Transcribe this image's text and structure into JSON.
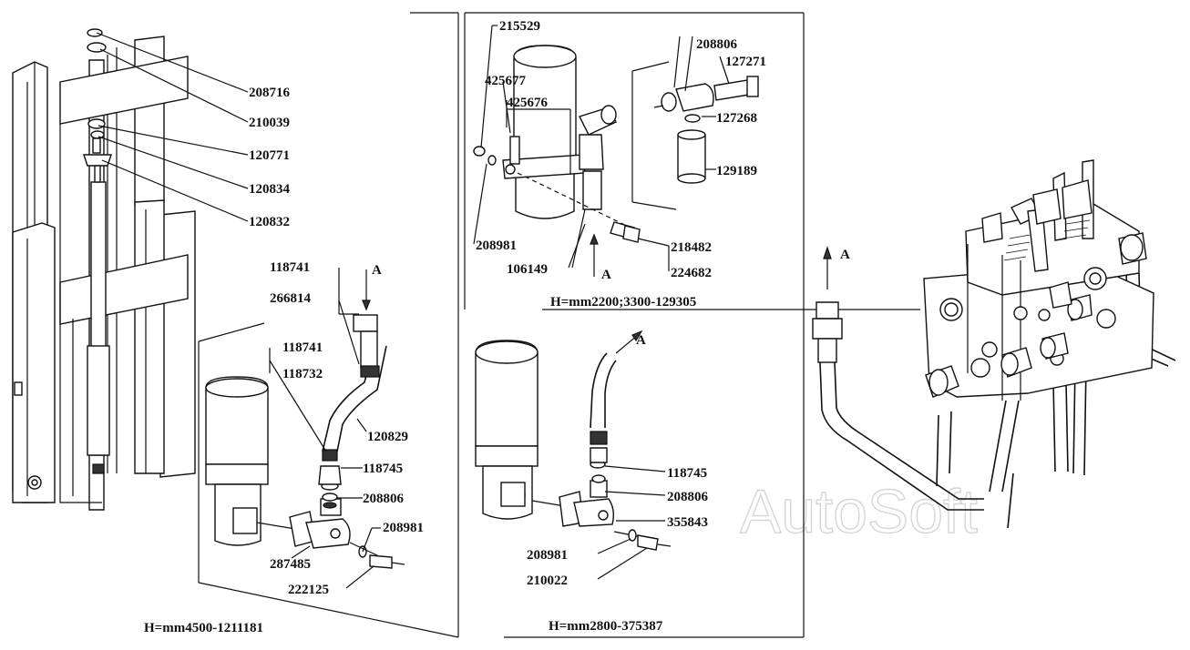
{
  "panel_left": {
    "parts": [
      "208716",
      "210039",
      "120771",
      "120834",
      "120832",
      "118741",
      "266814",
      "118741",
      "118732",
      "120829",
      "118745",
      "208806",
      "208981",
      "287485",
      "222125"
    ],
    "arrow_label": "A",
    "caption": "H=mm4500-1211181"
  },
  "panel_top_mid": {
    "parts": [
      "215529",
      "425677",
      "425676",
      "208981",
      "106149",
      "208806",
      "127271",
      "127268",
      "129189",
      "218482",
      "224682"
    ],
    "arrow_label": "A",
    "caption": "H=mm2200;3300-129305"
  },
  "panel_bottom_mid": {
    "parts": [
      "118745",
      "208806",
      "355843",
      "208981",
      "210022"
    ],
    "arrow_label": "A",
    "caption": "H=mm2800-375387"
  },
  "panel_right": {
    "arrow_label": "A"
  },
  "watermark": "AutoSoft"
}
